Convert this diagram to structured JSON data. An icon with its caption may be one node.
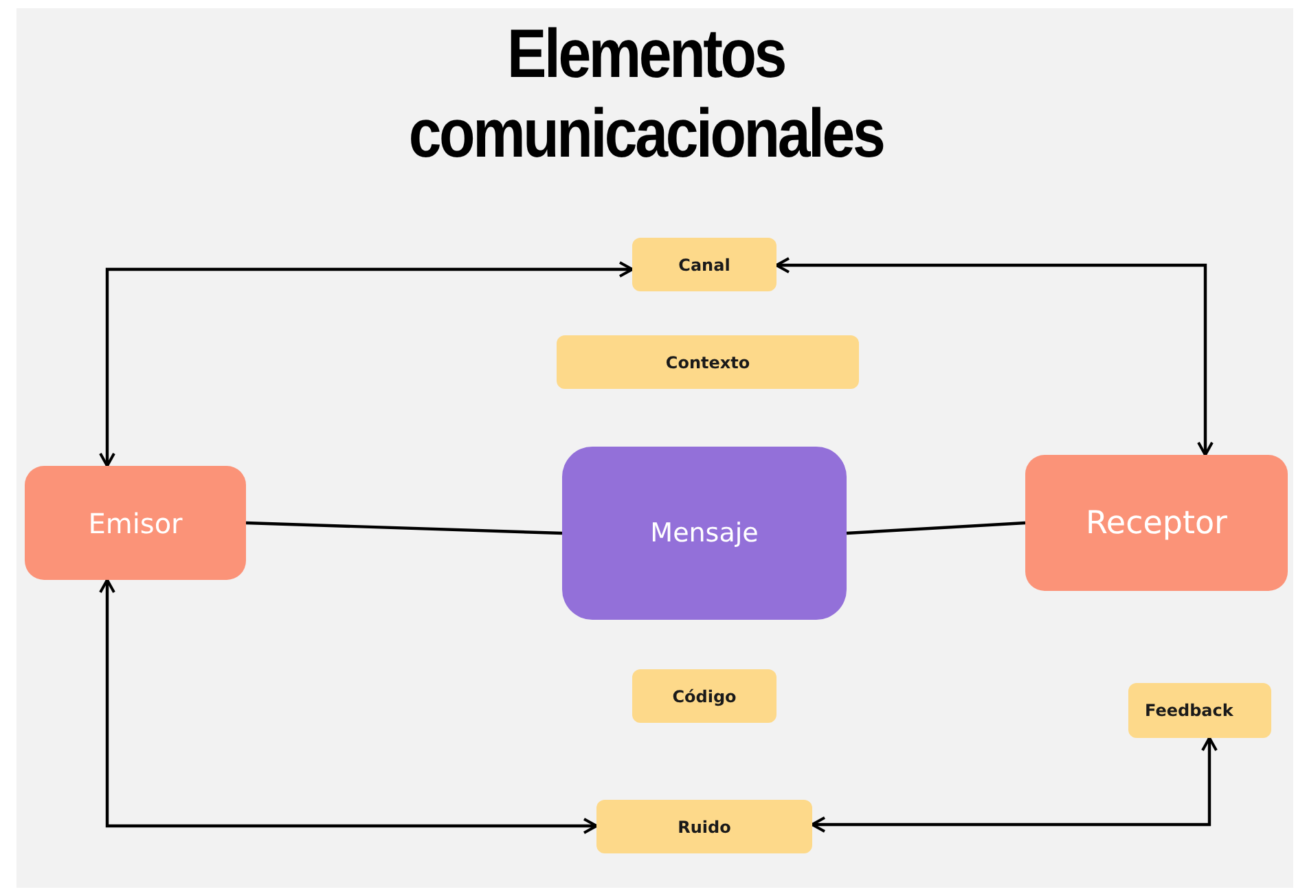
{
  "diagram": {
    "title": "Elementos comunicacionales",
    "nodes": [
      {
        "text": [
          "Canal"
        ]
      },
      {
        "text": [
          "Contexto"
        ]
      },
      {
        "text": [
          "Emisor"
        ]
      },
      {
        "text": [
          "Mensaje"
        ]
      },
      {
        "text": [
          "Receptor"
        ]
      },
      {
        "text": [
          "Código"
        ]
      },
      {
        "text": [
          "Feedback"
        ]
      },
      {
        "text": [
          "Ruido"
        ]
      }
    ],
    "edges": [
      {
        "from": 2,
        "to": 0,
        "arrow": "both"
      },
      {
        "from": 0,
        "to": 4,
        "arrow": "both"
      },
      {
        "from": 2,
        "to": 3,
        "arrow": "none"
      },
      {
        "from": 3,
        "to": 4,
        "arrow": "none"
      },
      {
        "from": 2,
        "to": 7,
        "arrow": "both"
      },
      {
        "from": 7,
        "to": 6,
        "arrow": "both"
      }
    ]
  }
}
